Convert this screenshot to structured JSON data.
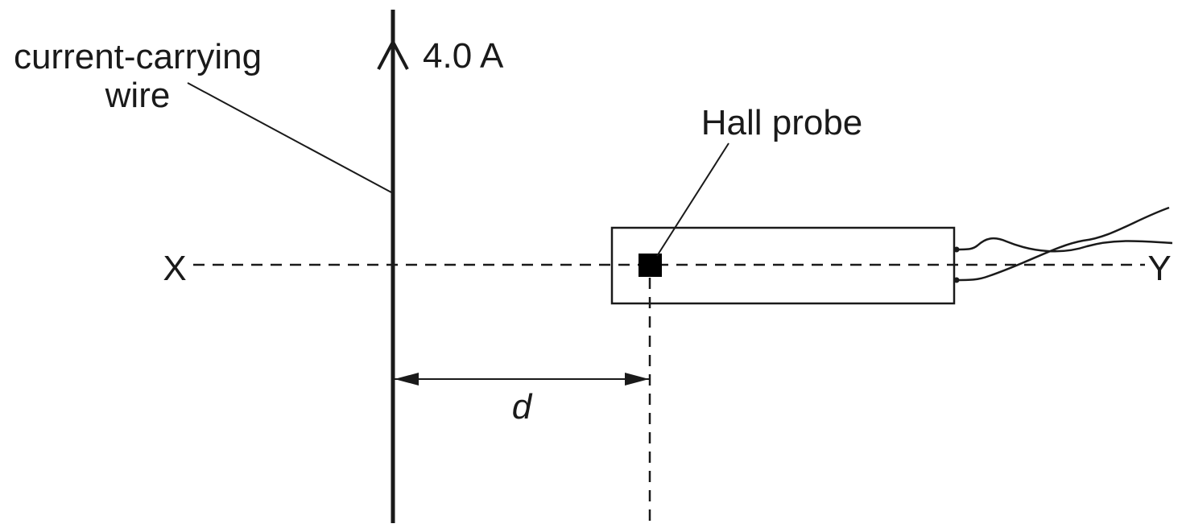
{
  "labels": {
    "wire_line1": "current-carrying",
    "wire_line2": "wire",
    "current": "4.0 A",
    "probe": "Hall probe",
    "point_x": "X",
    "point_y": "Y",
    "distance": "d"
  },
  "colors": {
    "ink": "#1a1a1a",
    "background": "#ffffff"
  }
}
